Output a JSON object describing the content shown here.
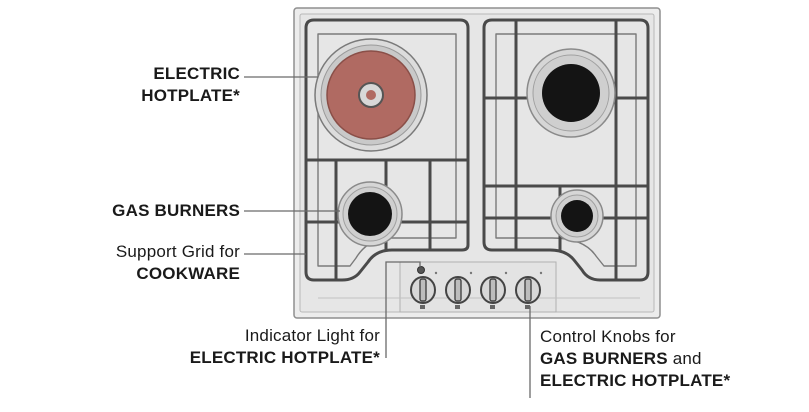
{
  "labels": {
    "electric_hotplate": {
      "line1": "ELECTRIC",
      "line2": "HOTPLATE*"
    },
    "gas_burners": "GAS BURNERS",
    "support_grid": {
      "line1": "Support Grid for",
      "line2": "COOKWARE"
    },
    "indicator_light": {
      "line1": "Indicator Light for",
      "line2": "ELECTRIC HOTPLATE*"
    },
    "control_knobs": {
      "line1": "Control Knobs for",
      "line2a": "GAS BURNERS",
      "line2b": " and",
      "line3": "ELECTRIC HOTPLATE*"
    }
  },
  "colors": {
    "panel_fill": "#e9e9e9",
    "panel_stroke": "#9a9a9a",
    "grid_stroke": "#555555",
    "burner": "#151515",
    "hotplate": "#b06a62",
    "leader": "#666666"
  },
  "parts": [
    "electric-hotplate",
    "large-gas-burner",
    "small-gas-burner",
    "rapid-gas-burner",
    "support-grid",
    "indicator-light",
    "control-knob"
  ]
}
